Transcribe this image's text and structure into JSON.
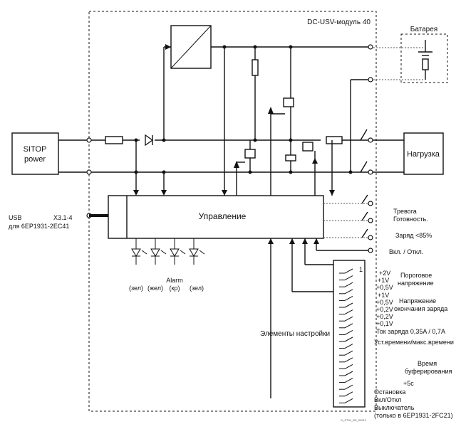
{
  "module": {
    "title": "DC-USV-модуль 40"
  },
  "blocks": {
    "sitop_line1": "SITOP",
    "sitop_line2": "power",
    "load": "Нагрузка",
    "battery": "Батарея",
    "control": "Управление"
  },
  "usb": {
    "line1": "USB",
    "line2": "для 6EP1931-2EC41",
    "connector": "X3.1-4"
  },
  "leds": {
    "alarm": "Alarm",
    "green1": "(зел)",
    "yellow": "(жел)",
    "red": "(кр)",
    "green2": "(зел)"
  },
  "outputs": {
    "alarm_line1": "Тревога",
    "alarm_line2": "Готовность.",
    "charge": "Заряд <85%",
    "onoff": "Вкл. / Откл."
  },
  "settings": {
    "title": "Элементы настройки",
    "switch_index": "1",
    "values": [
      "+2V",
      "+1V",
      "+0,5V",
      "+1V",
      "+0,5V",
      "+0,2V",
      "+0,2V",
      "+0,1V"
    ],
    "threshold_line1": "Пороговое",
    "threshold_line2": "напряжение",
    "endcharge_line1": "Напряжение",
    "endcharge_line2": "окончания заряда",
    "current": "Ток заряда 0,35A / 0,7A",
    "time_mode": "Уст.времени/макс.времени",
    "buffer_line1": "Время",
    "buffer_line2": "буферирования",
    "buffer_value": "+5с",
    "stop": "Остановка",
    "switch_line1": "Вкл/Откл",
    "switch_line2": "Выключатель",
    "switch_line3": "(только в 6EP1931-2FC21)"
  },
  "footer": {
    "figure_id": "G_ST01_DE_00212"
  }
}
